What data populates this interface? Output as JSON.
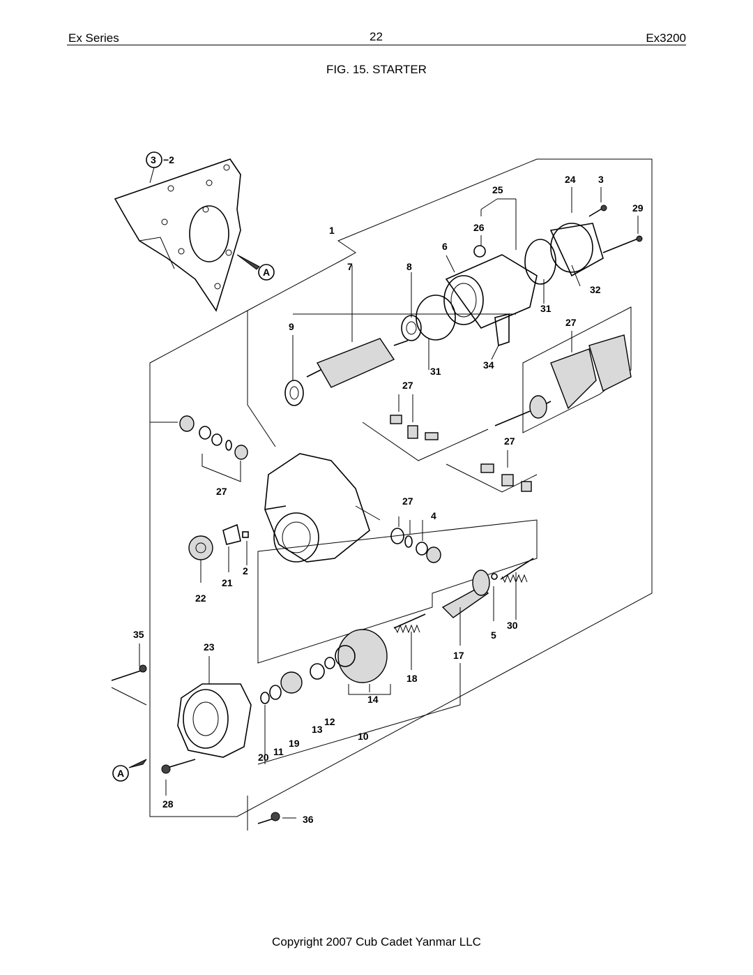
{
  "header": {
    "series": "Ex Series",
    "page_number": "22",
    "model": "Ex3200"
  },
  "figure": {
    "title": "FIG. 15. STARTER",
    "callouts": {
      "c3_2": "3",
      "c3_2_suffix": "−2",
      "c1": "1",
      "c2": "2",
      "c3": "3",
      "c4": "4",
      "c5": "5",
      "c6": "6",
      "c7": "7",
      "c8": "8",
      "c9": "9",
      "c10": "10",
      "c11": "11",
      "c12": "12",
      "c13": "13",
      "c14": "14",
      "c17": "17",
      "c18": "18",
      "c19": "19",
      "c20": "20",
      "c21": "21",
      "c22": "22",
      "c23": "23",
      "c24": "24",
      "c25": "25",
      "c26": "26",
      "c27a": "27",
      "c27b": "27",
      "c27c": "27",
      "c27d": "27",
      "c27e": "27",
      "c28": "28",
      "c29": "29",
      "c30": "30",
      "c31a": "31",
      "c31b": "31",
      "c32": "32",
      "c34": "34",
      "c35": "35",
      "c36": "36",
      "refA1": "A",
      "refA2": "A"
    }
  },
  "footer": {
    "copyright": "Copyright 2007 Cub Cadet Yanmar LLC"
  }
}
